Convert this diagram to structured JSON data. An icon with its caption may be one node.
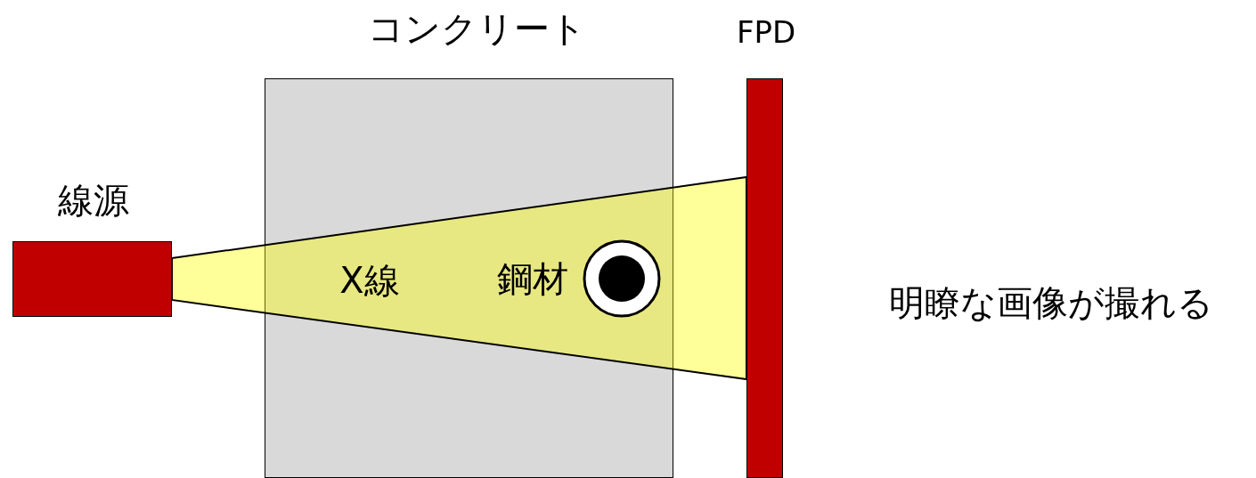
{
  "diagram": {
    "nodes": [
      {
        "text": [
          "コンクリート"
        ]
      },
      {
        "text": [
          "FPD"
        ]
      },
      {
        "text": [
          "線源"
        ]
      },
      {
        "text": [
          "X線"
        ]
      },
      {
        "text": [],
        "shape": "circle",
        "beside": [
          "鋼材"
        ]
      }
    ],
    "labels": [
      "明瞭な画像が撮れる"
    ]
  }
}
